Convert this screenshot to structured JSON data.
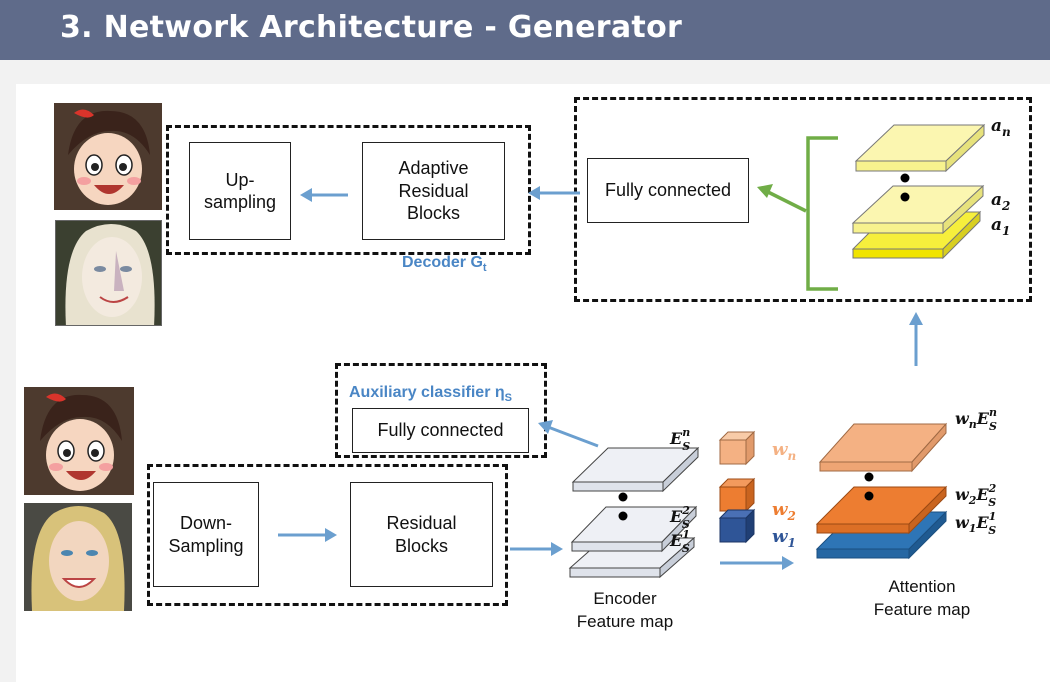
{
  "slide": {
    "title": "3. Network Architecture - Generator"
  },
  "decoder": {
    "upsampling_label": "Up-\nsampling",
    "adaptive_label": "Adaptive\nResidual\nBlocks",
    "caption": "Decoder G",
    "caption_sub": "t"
  },
  "attention_head": {
    "fc_label": "Fully connected",
    "layer_labels": [
      {
        "base": "a",
        "sub": "n"
      },
      {
        "base": "a",
        "sub": "2"
      },
      {
        "base": "a",
        "sub": "1"
      }
    ]
  },
  "auxiliary": {
    "caption": "Auxiliary classifier η",
    "caption_sub": "S",
    "fc_label": "Fully connected"
  },
  "encoder": {
    "downsampling_label": "Down-\nSampling",
    "residual_label": "Residual\nBlocks",
    "caption": "Encoder\nFeature map",
    "map_labels": [
      {
        "base": "E",
        "sub": "S",
        "sup": "n"
      },
      {
        "base": "E",
        "sub": "S",
        "sup": "2"
      },
      {
        "base": "E",
        "sub": "S",
        "sup": "1"
      }
    ]
  },
  "weights": {
    "labels": [
      {
        "base": "w",
        "sub": "n"
      },
      {
        "base": "w",
        "sub": "2"
      },
      {
        "base": "w",
        "sub": "1"
      }
    ],
    "colors": [
      "#f4b183",
      "#ed7d31",
      "#2e75b6"
    ]
  },
  "attention_map": {
    "caption": "Attention\nFeature map",
    "labels": [
      {
        "w": "w",
        "wsub": "n",
        "base": "E",
        "sub": "S",
        "sup": "n"
      },
      {
        "w": "w",
        "wsub": "2",
        "base": "E",
        "sub": "S",
        "sup": "2"
      },
      {
        "w": "w",
        "wsub": "1",
        "base": "E",
        "sub": "S",
        "sup": "1"
      }
    ]
  },
  "colors": {
    "banner": "#5f6b8a",
    "arrow_blue": "#6b9fcf",
    "arrow_green": "#70ad47",
    "caption_blue": "#4a86c5"
  }
}
